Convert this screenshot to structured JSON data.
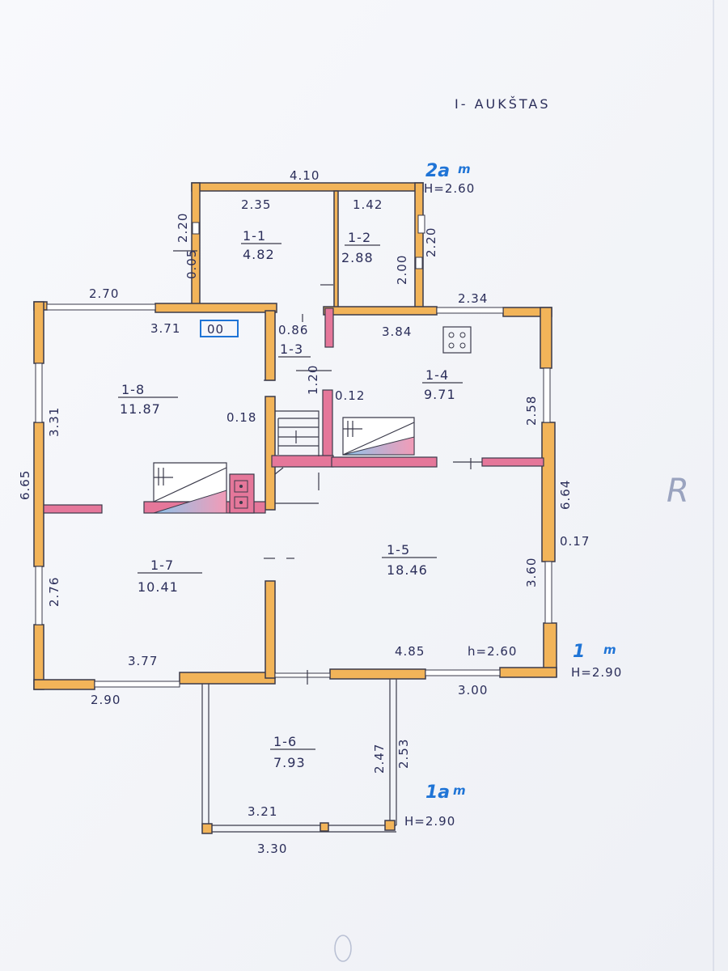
{
  "header": {
    "floor_label": "I- AUKŠTAS"
  },
  "annotations": {
    "upper_unit": {
      "number": "2a",
      "unit": "m",
      "height": "H=2.60"
    },
    "lower_right_unit": {
      "number": "1",
      "unit": "m",
      "height": "H=2.90"
    },
    "porch_unit": {
      "number": "1a",
      "unit": "m",
      "height": "H=2.90"
    },
    "margin_mark": "R"
  },
  "rooms": [
    {
      "id": "1-1",
      "number": "1-1",
      "area": "4.82"
    },
    {
      "id": "1-2",
      "number": "1-2",
      "area": "2.88"
    },
    {
      "id": "1-3",
      "number": "1-3",
      "area": ""
    },
    {
      "id": "1-4",
      "number": "1-4",
      "area": "9.71"
    },
    {
      "id": "1-5",
      "number": "1-5",
      "area": "18.46"
    },
    {
      "id": "1-6",
      "number": "1-6",
      "area": "7.93"
    },
    {
      "id": "1-7",
      "number": "1-7",
      "area": "10.41"
    },
    {
      "id": "1-8",
      "number": "1-8",
      "area": "11.87"
    }
  ],
  "dimensions": {
    "top_overall": "4.10",
    "room1_width": "2.35",
    "room2_width": "1.42",
    "room1_left_a": "2.20",
    "room1_left_b": "0.05",
    "room2_right_a": "2.20",
    "room2_right_b": "2.00",
    "left_top_width": "2.70",
    "room8_width": "3.71",
    "corridor_width": "0.86",
    "room4_width": "3.84",
    "right_top_width": "2.34",
    "room8_height": "3.31",
    "left_overall": "6.65",
    "stair_height": "1.20",
    "stair_gap": "0.12",
    "partition": "0.18",
    "room4_height": "2.58",
    "right_overall": "6.64",
    "right_offset": "0.17",
    "room5_height": "3.60",
    "room7_height": "2.76",
    "room7_width": "3.77",
    "bottom_left_width": "2.90",
    "room5_width": "4.85",
    "room5_h": "h=2.60",
    "bottom_right_width": "3.00",
    "porch_inner_a": "2.47",
    "porch_inner_b": "2.53",
    "porch_inner_width": "3.21",
    "porch_outer_width": "3.30",
    "window_box": "00"
  }
}
